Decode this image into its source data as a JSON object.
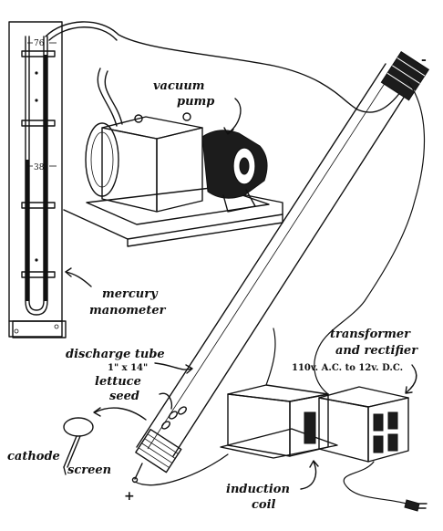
{
  "labels": {
    "vacuum_pump": [
      "vacuum",
      "pump"
    ],
    "mercury_manometer": [
      "mercury",
      "manometer"
    ],
    "discharge_tube": "discharge tube",
    "tube_size": "1\" x 14\"",
    "lettuce_seed": [
      "lettuce",
      "seed"
    ],
    "cathode_screen": [
      "cathode",
      "screen"
    ],
    "transformer": [
      "transformer",
      "and rectifier",
      "110v. A.C. to 12v. D.C."
    ],
    "induction_coil": [
      "induction",
      "coil"
    ]
  },
  "manometer_ticks": [
    "76",
    "38"
  ],
  "polarity": {
    "minus": "-",
    "plus": "+"
  }
}
